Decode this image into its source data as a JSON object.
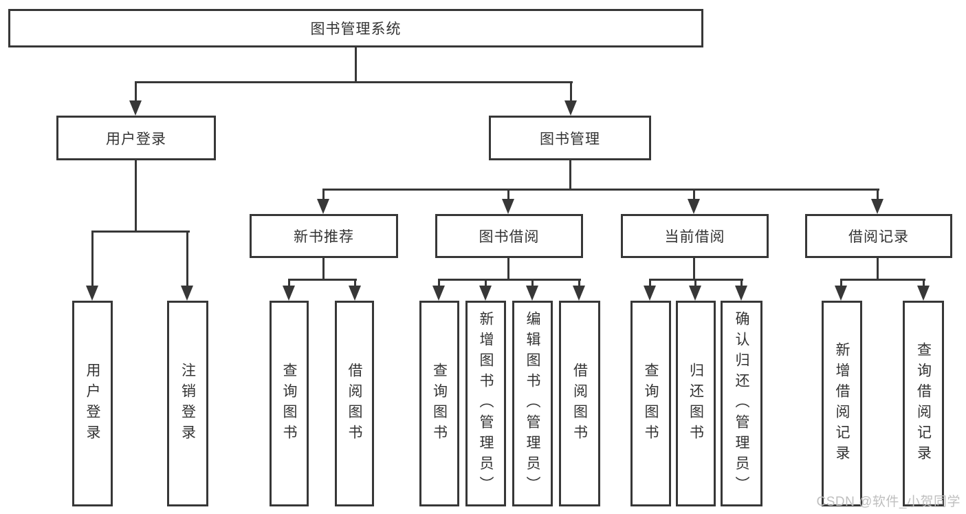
{
  "tree": {
    "root": {
      "label": "图书管理系统",
      "children": [
        {
          "label": "用户登录",
          "children": [
            {
              "label": "用户登录"
            },
            {
              "label": "注销登录"
            }
          ]
        },
        {
          "label": "图书管理",
          "children": [
            {
              "label": "新书推荐",
              "children": [
                {
                  "label": "查询图书"
                },
                {
                  "label": "借阅图书"
                }
              ]
            },
            {
              "label": "图书借阅",
              "children": [
                {
                  "label": "查询图书"
                },
                {
                  "label": "新增图书（管理员）"
                },
                {
                  "label": "编辑图书（管理员）"
                },
                {
                  "label": "借阅图书"
                }
              ]
            },
            {
              "label": "当前借阅",
              "children": [
                {
                  "label": "查询图书"
                },
                {
                  "label": "归还图书"
                },
                {
                  "label": "确认归还（管理员）"
                }
              ]
            },
            {
              "label": "借阅记录",
              "children": [
                {
                  "label": "新增借阅记录"
                },
                {
                  "label": "查询借阅记录"
                }
              ]
            }
          ]
        }
      ]
    }
  },
  "watermark": {
    "text": "CSDN @软件_小贺同学"
  },
  "colors": {
    "line": "#373737",
    "text": "#333333",
    "background": "#ffffff",
    "watermark": "#bfbfbf"
  }
}
